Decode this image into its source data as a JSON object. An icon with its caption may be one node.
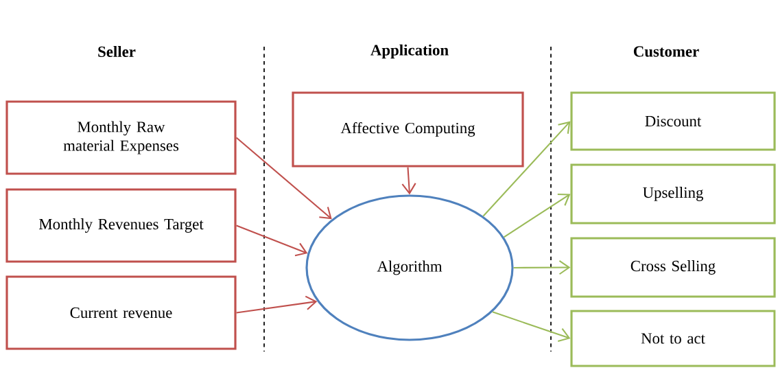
{
  "diagram": {
    "nodes": [
      {
        "text": [
          "Monthly Raw material Expenses"
        ]
      },
      {
        "text": [
          "Monthly Revenues Target"
        ]
      },
      {
        "text": [
          "Current revenue"
        ]
      },
      {
        "text": [
          "Affective Computing"
        ]
      },
      {
        "text": [
          "Algorithm"
        ]
      },
      {
        "text": [
          "Discount"
        ]
      },
      {
        "text": [
          "Upselling"
        ]
      },
      {
        "text": [
          "Cross Selling"
        ]
      },
      {
        "text": [
          "Not to act"
        ]
      }
    ],
    "edges": [
      {
        "from": 0,
        "to": 4,
        "arrow": "to",
        "color": "#c0504d"
      },
      {
        "from": 1,
        "to": 4,
        "arrow": "to",
        "color": "#c0504d"
      },
      {
        "from": 2,
        "to": 4,
        "arrow": "to",
        "color": "#c0504d"
      },
      {
        "from": 3,
        "to": 4,
        "arrow": "to",
        "color": "#c0504d"
      },
      {
        "from": 4,
        "to": 5,
        "arrow": "to",
        "color": "#9bbb59"
      },
      {
        "from": 4,
        "to": 6,
        "arrow": "to",
        "color": "#9bbb59"
      },
      {
        "from": 4,
        "to": 7,
        "arrow": "to",
        "color": "#9bbb59"
      },
      {
        "from": 4,
        "to": 8,
        "arrow": "to",
        "color": "#9bbb59"
      }
    ],
    "labels": [
      "Seller",
      "Application",
      "Customer"
    ]
  }
}
